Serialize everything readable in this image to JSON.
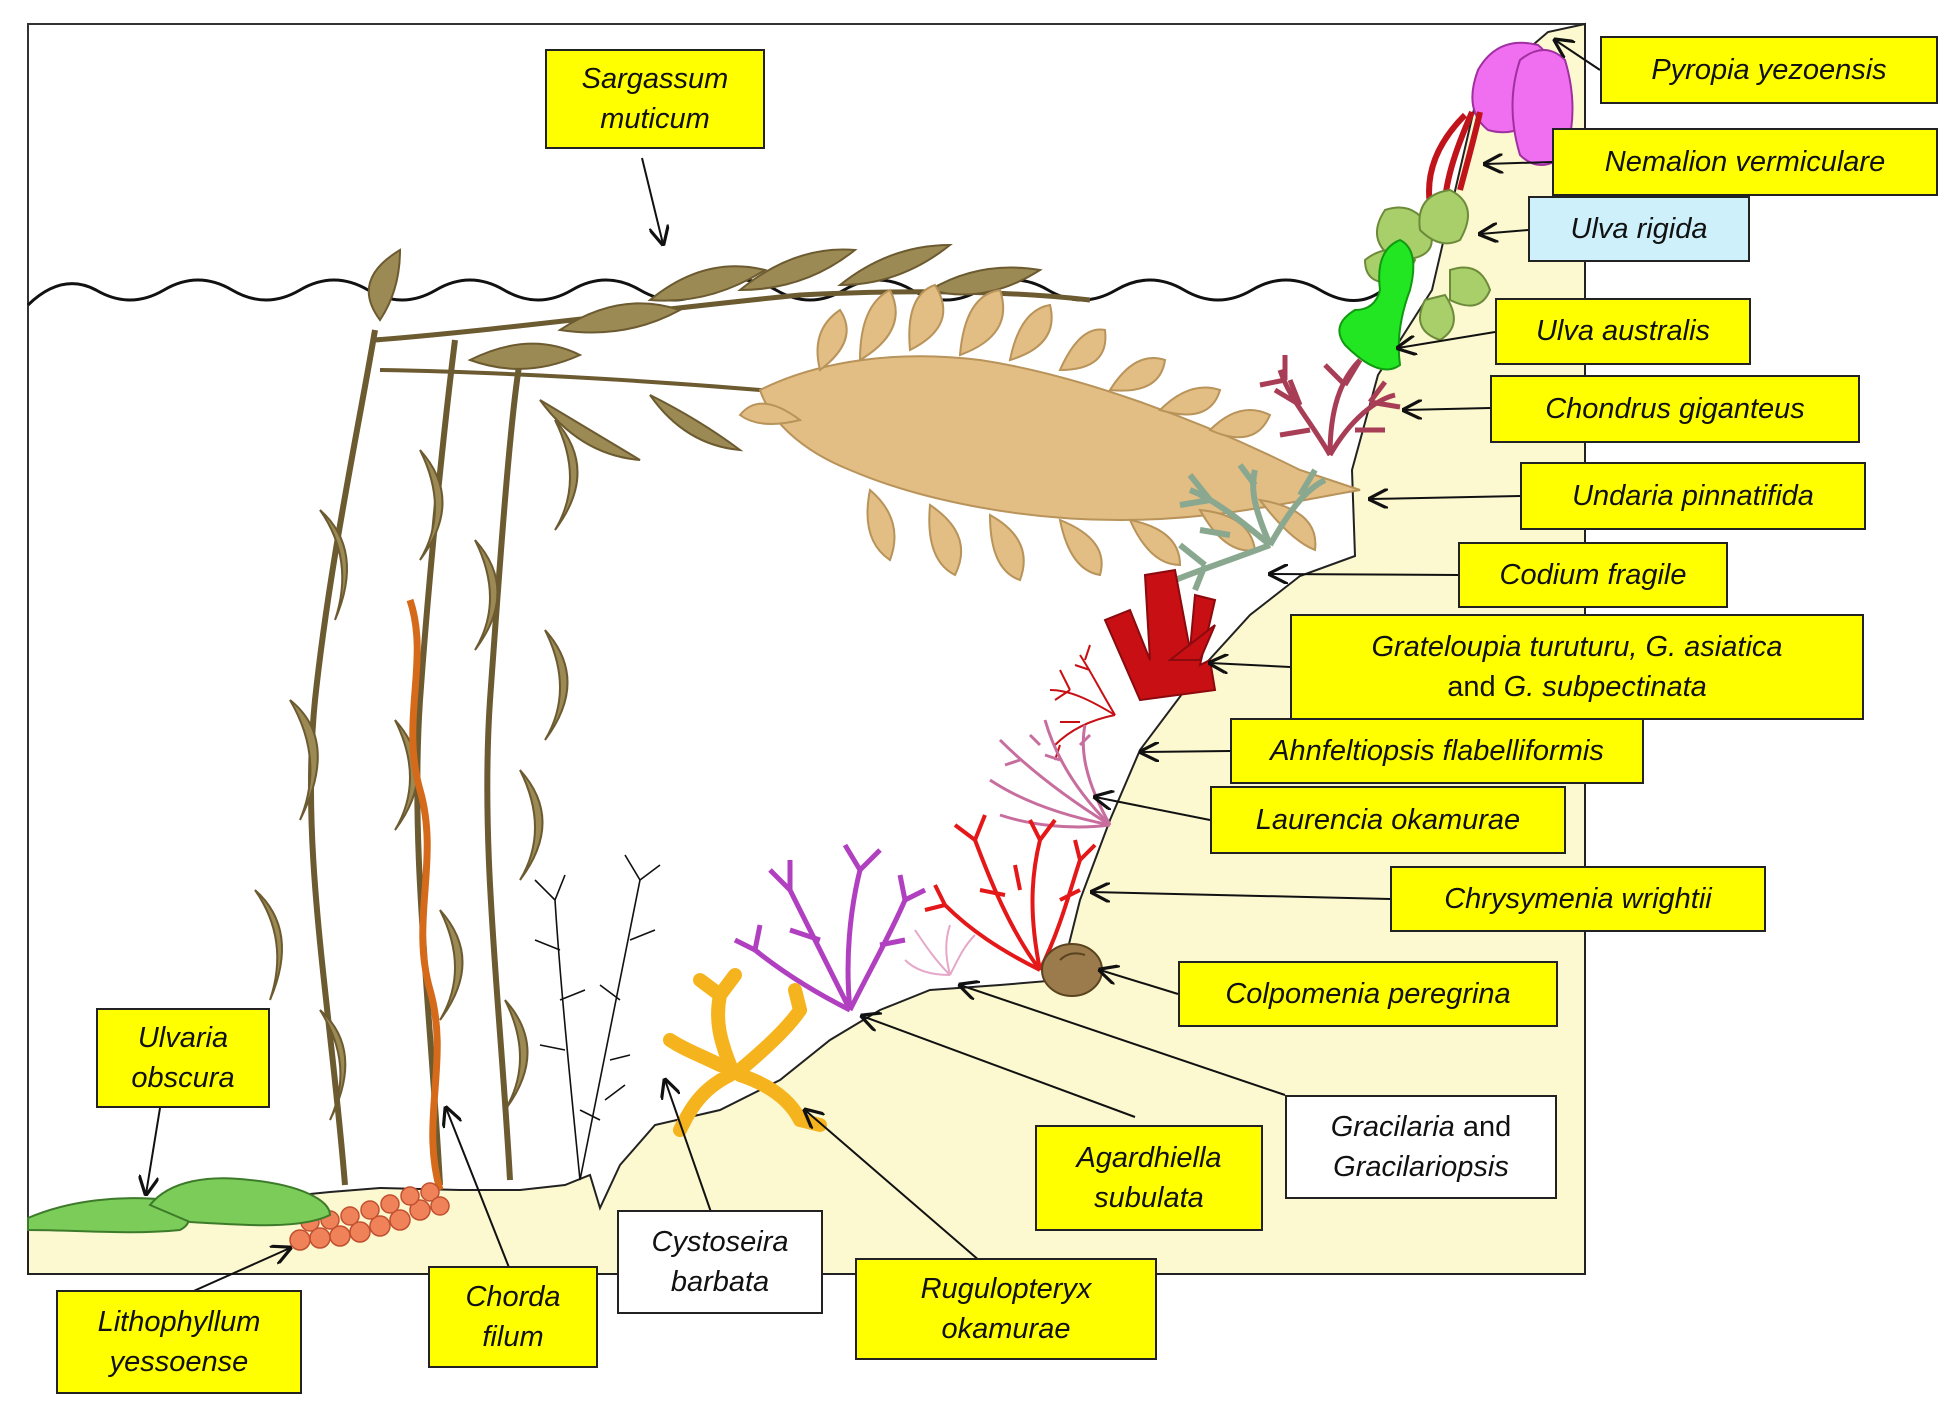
{
  "labels": {
    "sargassum": [
      [
        "Sargassum"
      ],
      [
        "muticum"
      ]
    ],
    "pyropia": [
      [
        "Pyropia yezoensis"
      ]
    ],
    "nemalion": [
      [
        "Nemalion vermiculare"
      ]
    ],
    "ulva_rigida": [
      [
        "Ulva rigida"
      ]
    ],
    "ulva_australis": [
      [
        "Ulva australis"
      ]
    ],
    "chondrus": [
      [
        "Chondrus giganteus"
      ]
    ],
    "undaria": [
      [
        "Undaria pinnatifida"
      ]
    ],
    "codium": [
      [
        "Codium fragile"
      ]
    ],
    "grateloupia": [
      [
        "Grateloupia  turuturu, G. asiatica"
      ],
      [
        "",
        "and ",
        "G. subpectinata"
      ]
    ],
    "ahnfeltiopsis": [
      [
        "Ahnfeltiopsis flabelliformis"
      ]
    ],
    "laurencia": [
      [
        "Laurencia okamurae"
      ]
    ],
    "chrysymenia": [
      [
        "Chrysymenia wrightii"
      ]
    ],
    "colpomenia": [
      [
        "Colpomenia peregrina"
      ]
    ],
    "gracilaria": [
      [
        "Gracilaria",
        " and"
      ],
      [
        "Gracilariopsis"
      ]
    ],
    "agardhiella": [
      [
        "Agardhiella"
      ],
      [
        "subulata"
      ]
    ],
    "rugulopteryx": [
      [
        "Rugulopteryx"
      ],
      [
        "okamurae"
      ]
    ],
    "cystoseira": [
      [
        "Cystoseira"
      ],
      [
        "barbata"
      ]
    ],
    "chorda": [
      [
        "Chorda"
      ],
      [
        "filum"
      ]
    ],
    "lithophyllum": [
      [
        "Lithophyllum"
      ],
      [
        "yessoense"
      ]
    ],
    "ulvaria": [
      [
        "Ulvaria"
      ],
      [
        "obscura"
      ]
    ]
  },
  "colors": {
    "sand": "#fcf8d0",
    "label_yellow": "#ffff00",
    "label_blue": "#cdf0fb",
    "sargassum": "#9c8a55",
    "undaria": "#e2bd84",
    "chorda": "#d46a1a",
    "nemalion": "#c0141a",
    "pyropia": "#f06ef0",
    "ulva_rigida": "#a9cf6a",
    "ulva_australis": "#22e622",
    "chondrus": "#a83d56",
    "codium": "#8aa890",
    "grateloupia": "#c80f14",
    "laurencia": "#c86e9e",
    "chrysymenia": "#e41818",
    "colpomenia": "#9b7a4b",
    "rugulopteryx": "#f5b41e",
    "cystoseira": "#111111",
    "agardhiella": "#b040c0",
    "lithophyllum": "#f0825a",
    "ulvaria": "#7ccc5a"
  }
}
